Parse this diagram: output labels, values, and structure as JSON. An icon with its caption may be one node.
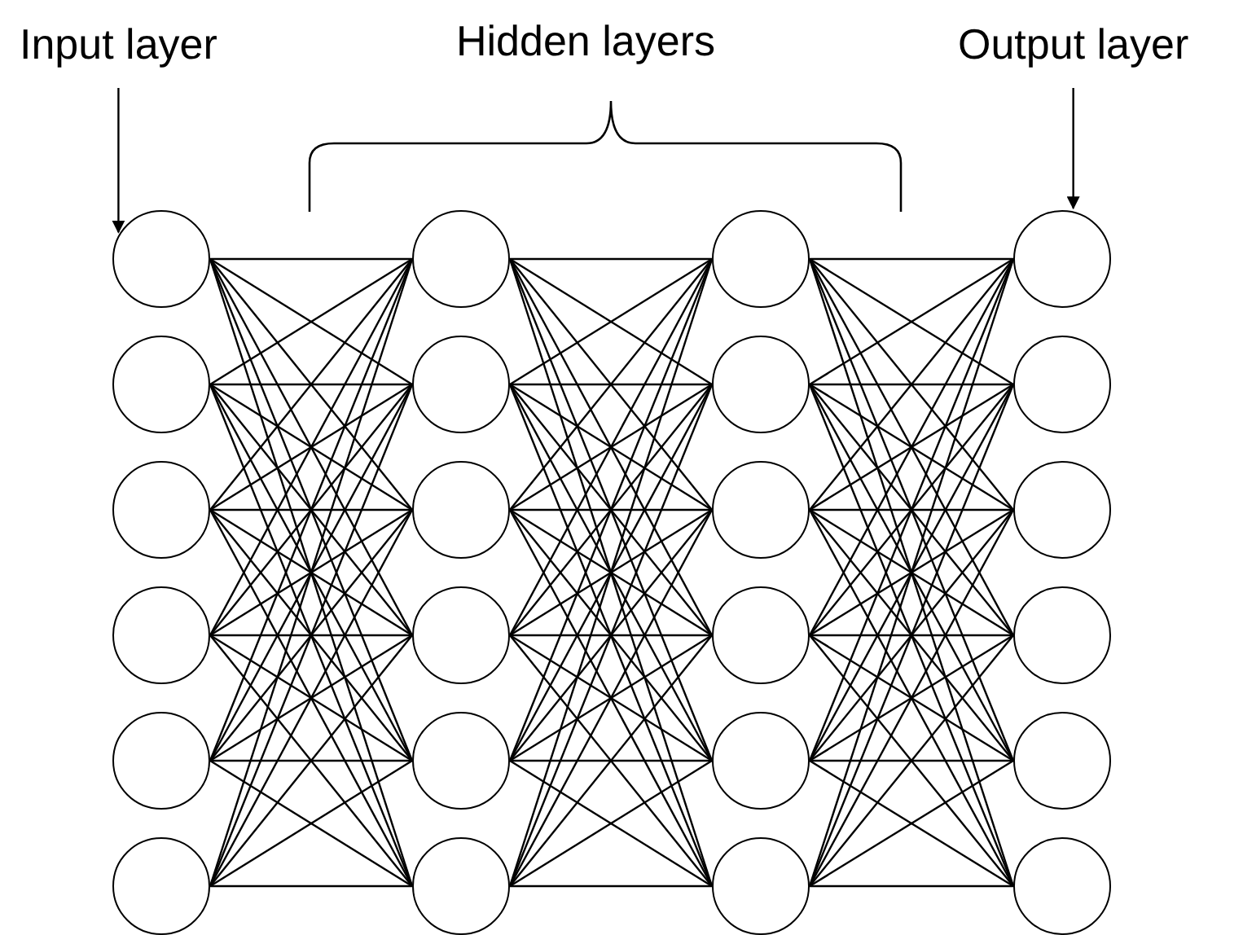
{
  "diagram": {
    "nodes": [
      {
        "text": [
          "Input layer"
        ]
      },
      {
        "text": [
          "Output layer"
        ]
      },
      {
        "text": [],
        "shape": "circle"
      },
      {
        "text": [],
        "shape": "circle"
      },
      {
        "text": [],
        "shape": "circle"
      },
      {
        "text": [],
        "shape": "circle"
      },
      {
        "text": [],
        "shape": "circle"
      },
      {
        "text": [],
        "shape": "circle"
      },
      {
        "text": [],
        "shape": "circle"
      },
      {
        "text": [],
        "shape": "circle"
      },
      {
        "text": [],
        "shape": "circle"
      },
      {
        "text": [],
        "shape": "circle"
      },
      {
        "text": [],
        "shape": "circle"
      },
      {
        "text": [],
        "shape": "circle"
      },
      {
        "text": [],
        "shape": "circle"
      },
      {
        "text": [],
        "shape": "circle"
      },
      {
        "text": [],
        "shape": "circle"
      },
      {
        "text": [],
        "shape": "circle"
      },
      {
        "text": [],
        "shape": "circle"
      },
      {
        "text": [],
        "shape": "circle"
      },
      {
        "text": [],
        "shape": "circle"
      },
      {
        "text": [],
        "shape": "circle"
      },
      {
        "text": [],
        "shape": "circle"
      },
      {
        "text": [],
        "shape": "circle"
      },
      {
        "text": [],
        "shape": "circle"
      },
      {
        "text": [],
        "shape": "circle"
      }
    ],
    "edges": [
      {
        "from": 0,
        "to": 2,
        "arrow": "to"
      },
      {
        "from": 1,
        "to": 20,
        "arrow": "to"
      },
      {
        "from": 2,
        "to": 8,
        "arrow": "none"
      },
      {
        "from": 2,
        "to": 9,
        "arrow": "none"
      },
      {
        "from": 2,
        "to": 10,
        "arrow": "none"
      },
      {
        "from": 2,
        "to": 11,
        "arrow": "none"
      },
      {
        "from": 2,
        "to": 12,
        "arrow": "none"
      },
      {
        "from": 2,
        "to": 13,
        "arrow": "none"
      },
      {
        "from": 3,
        "to": 8,
        "arrow": "none"
      },
      {
        "from": 3,
        "to": 9,
        "arrow": "none"
      },
      {
        "from": 3,
        "to": 10,
        "arrow": "none"
      },
      {
        "from": 3,
        "to": 11,
        "arrow": "none"
      },
      {
        "from": 3,
        "to": 12,
        "arrow": "none"
      },
      {
        "from": 3,
        "to": 13,
        "arrow": "none"
      },
      {
        "from": 4,
        "to": 8,
        "arrow": "none"
      },
      {
        "from": 4,
        "to": 9,
        "arrow": "none"
      },
      {
        "from": 4,
        "to": 10,
        "arrow": "none"
      },
      {
        "from": 4,
        "to": 11,
        "arrow": "none"
      },
      {
        "from": 4,
        "to": 12,
        "arrow": "none"
      },
      {
        "from": 4,
        "to": 13,
        "arrow": "none"
      },
      {
        "from": 5,
        "to": 8,
        "arrow": "none"
      },
      {
        "from": 5,
        "to": 9,
        "arrow": "none"
      },
      {
        "from": 5,
        "to": 10,
        "arrow": "none"
      },
      {
        "from": 5,
        "to": 11,
        "arrow": "none"
      },
      {
        "from": 5,
        "to": 12,
        "arrow": "none"
      },
      {
        "from": 5,
        "to": 13,
        "arrow": "none"
      },
      {
        "from": 6,
        "to": 8,
        "arrow": "none"
      },
      {
        "from": 6,
        "to": 9,
        "arrow": "none"
      },
      {
        "from": 6,
        "to": 10,
        "arrow": "none"
      },
      {
        "from": 6,
        "to": 11,
        "arrow": "none"
      },
      {
        "from": 6,
        "to": 12,
        "arrow": "none"
      },
      {
        "from": 6,
        "to": 13,
        "arrow": "none"
      },
      {
        "from": 7,
        "to": 8,
        "arrow": "none"
      },
      {
        "from": 7,
        "to": 9,
        "arrow": "none"
      },
      {
        "from": 7,
        "to": 10,
        "arrow": "none"
      },
      {
        "from": 7,
        "to": 11,
        "arrow": "none"
      },
      {
        "from": 7,
        "to": 12,
        "arrow": "none"
      },
      {
        "from": 7,
        "to": 13,
        "arrow": "none"
      },
      {
        "from": 8,
        "to": 14,
        "arrow": "none"
      },
      {
        "from": 8,
        "to": 15,
        "arrow": "none"
      },
      {
        "from": 8,
        "to": 16,
        "arrow": "none"
      },
      {
        "from": 8,
        "to": 17,
        "arrow": "none"
      },
      {
        "from": 8,
        "to": 18,
        "arrow": "none"
      },
      {
        "from": 8,
        "to": 19,
        "arrow": "none"
      },
      {
        "from": 9,
        "to": 14,
        "arrow": "none"
      },
      {
        "from": 9,
        "to": 15,
        "arrow": "none"
      },
      {
        "from": 9,
        "to": 16,
        "arrow": "none"
      },
      {
        "from": 9,
        "to": 17,
        "arrow": "none"
      },
      {
        "from": 9,
        "to": 18,
        "arrow": "none"
      },
      {
        "from": 9,
        "to": 19,
        "arrow": "none"
      },
      {
        "from": 10,
        "to": 14,
        "arrow": "none"
      },
      {
        "from": 10,
        "to": 15,
        "arrow": "none"
      },
      {
        "from": 10,
        "to": 16,
        "arrow": "none"
      },
      {
        "from": 10,
        "to": 17,
        "arrow": "none"
      },
      {
        "from": 10,
        "to": 18,
        "arrow": "none"
      },
      {
        "from": 10,
        "to": 19,
        "arrow": "none"
      },
      {
        "from": 11,
        "to": 14,
        "arrow": "none"
      },
      {
        "from": 11,
        "to": 15,
        "arrow": "none"
      },
      {
        "from": 11,
        "to": 16,
        "arrow": "none"
      },
      {
        "from": 11,
        "to": 17,
        "arrow": "none"
      },
      {
        "from": 11,
        "to": 18,
        "arrow": "none"
      },
      {
        "from": 11,
        "to": 19,
        "arrow": "none"
      },
      {
        "from": 12,
        "to": 14,
        "arrow": "none"
      },
      {
        "from": 12,
        "to": 15,
        "arrow": "none"
      },
      {
        "from": 12,
        "to": 16,
        "arrow": "none"
      },
      {
        "from": 12,
        "to": 17,
        "arrow": "none"
      },
      {
        "from": 12,
        "to": 18,
        "arrow": "none"
      },
      {
        "from": 12,
        "to": 19,
        "arrow": "none"
      },
      {
        "from": 13,
        "to": 14,
        "arrow": "none"
      },
      {
        "from": 13,
        "to": 15,
        "arrow": "none"
      },
      {
        "from": 13,
        "to": 16,
        "arrow": "none"
      },
      {
        "from": 13,
        "to": 17,
        "arrow": "none"
      },
      {
        "from": 13,
        "to": 18,
        "arrow": "none"
      },
      {
        "from": 13,
        "to": 19,
        "arrow": "none"
      },
      {
        "from": 14,
        "to": 20,
        "arrow": "none"
      },
      {
        "from": 14,
        "to": 21,
        "arrow": "none"
      },
      {
        "from": 14,
        "to": 22,
        "arrow": "none"
      },
      {
        "from": 14,
        "to": 23,
        "arrow": "none"
      },
      {
        "from": 14,
        "to": 24,
        "arrow": "none"
      },
      {
        "from": 14,
        "to": 25,
        "arrow": "none"
      },
      {
        "from": 15,
        "to": 20,
        "arrow": "none"
      },
      {
        "from": 15,
        "to": 21,
        "arrow": "none"
      },
      {
        "from": 15,
        "to": 22,
        "arrow": "none"
      },
      {
        "from": 15,
        "to": 23,
        "arrow": "none"
      },
      {
        "from": 15,
        "to": 24,
        "arrow": "none"
      },
      {
        "from": 15,
        "to": 25,
        "arrow": "none"
      },
      {
        "from": 16,
        "to": 20,
        "arrow": "none"
      },
      {
        "from": 16,
        "to": 21,
        "arrow": "none"
      },
      {
        "from": 16,
        "to": 22,
        "arrow": "none"
      },
      {
        "from": 16,
        "to": 23,
        "arrow": "none"
      },
      {
        "from": 16,
        "to": 24,
        "arrow": "none"
      },
      {
        "from": 16,
        "to": 25,
        "arrow": "none"
      },
      {
        "from": 17,
        "to": 20,
        "arrow": "none"
      },
      {
        "from": 17,
        "to": 21,
        "arrow": "none"
      },
      {
        "from": 17,
        "to": 22,
        "arrow": "none"
      },
      {
        "from": 17,
        "to": 23,
        "arrow": "none"
      },
      {
        "from": 17,
        "to": 24,
        "arrow": "none"
      },
      {
        "from": 17,
        "to": 25,
        "arrow": "none"
      },
      {
        "from": 18,
        "to": 20,
        "arrow": "none"
      },
      {
        "from": 18,
        "to": 21,
        "arrow": "none"
      },
      {
        "from": 18,
        "to": 22,
        "arrow": "none"
      },
      {
        "from": 18,
        "to": 23,
        "arrow": "none"
      },
      {
        "from": 18,
        "to": 24,
        "arrow": "none"
      },
      {
        "from": 18,
        "to": 25,
        "arrow": "none"
      },
      {
        "from": 19,
        "to": 20,
        "arrow": "none"
      },
      {
        "from": 19,
        "to": 21,
        "arrow": "none"
      },
      {
        "from": 19,
        "to": 22,
        "arrow": "none"
      },
      {
        "from": 19,
        "to": 23,
        "arrow": "none"
      },
      {
        "from": 19,
        "to": 24,
        "arrow": "none"
      },
      {
        "from": 19,
        "to": 25,
        "arrow": "none"
      }
    ],
    "labels": [
      "Hidden layers"
    ]
  }
}
